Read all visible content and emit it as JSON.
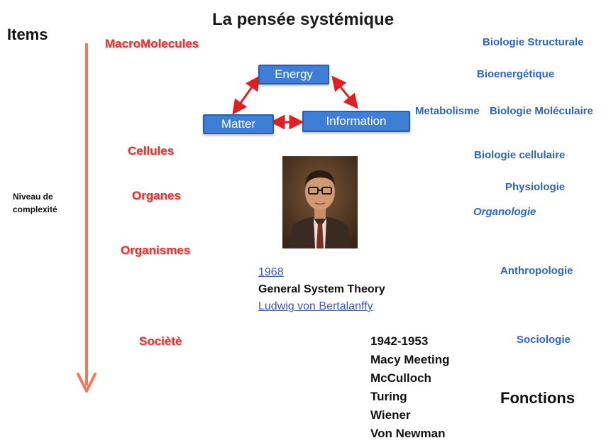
{
  "title": "La pensée systémique",
  "items_heading": "Items",
  "axis_label_line1": "Niveau de",
  "axis_label_line2": "complexité",
  "levels": [
    "MacroMolecules",
    "Cellules",
    "Organes",
    "Organismes",
    "Sociètè"
  ],
  "disciplines": {
    "biologie_structurale": "Biologie Structurale",
    "bioenergetique": "Bioenergétique",
    "metabolisme": "Metabolisme",
    "biologie_moleculaire": "Biologie Moléculaire",
    "biologie_cellulaire": "Biologie cellulaire",
    "physiologie": "Physiologie",
    "organologie": "Organologie",
    "anthropologie": "Anthropologie",
    "sociologie": "Sociologie"
  },
  "cycle": {
    "energy": "Energy",
    "matter": "Matter",
    "information": "Information"
  },
  "gst": {
    "year": "1968",
    "title": "General System Theory",
    "author": "Ludwig von Bertalanffy"
  },
  "macy": [
    "1942-1953",
    "Macy Meeting",
    "McCulloch",
    "Turing",
    "Wiener",
    "Von Newman"
  ],
  "fonctions": "Fonctions",
  "colors": {
    "level_red": "#d23c3c",
    "discipline_blue": "#2e63c9",
    "box_blue": "#3f7ed6",
    "arrow_red": "#e02020",
    "axis_orange": "#f07a5a"
  }
}
